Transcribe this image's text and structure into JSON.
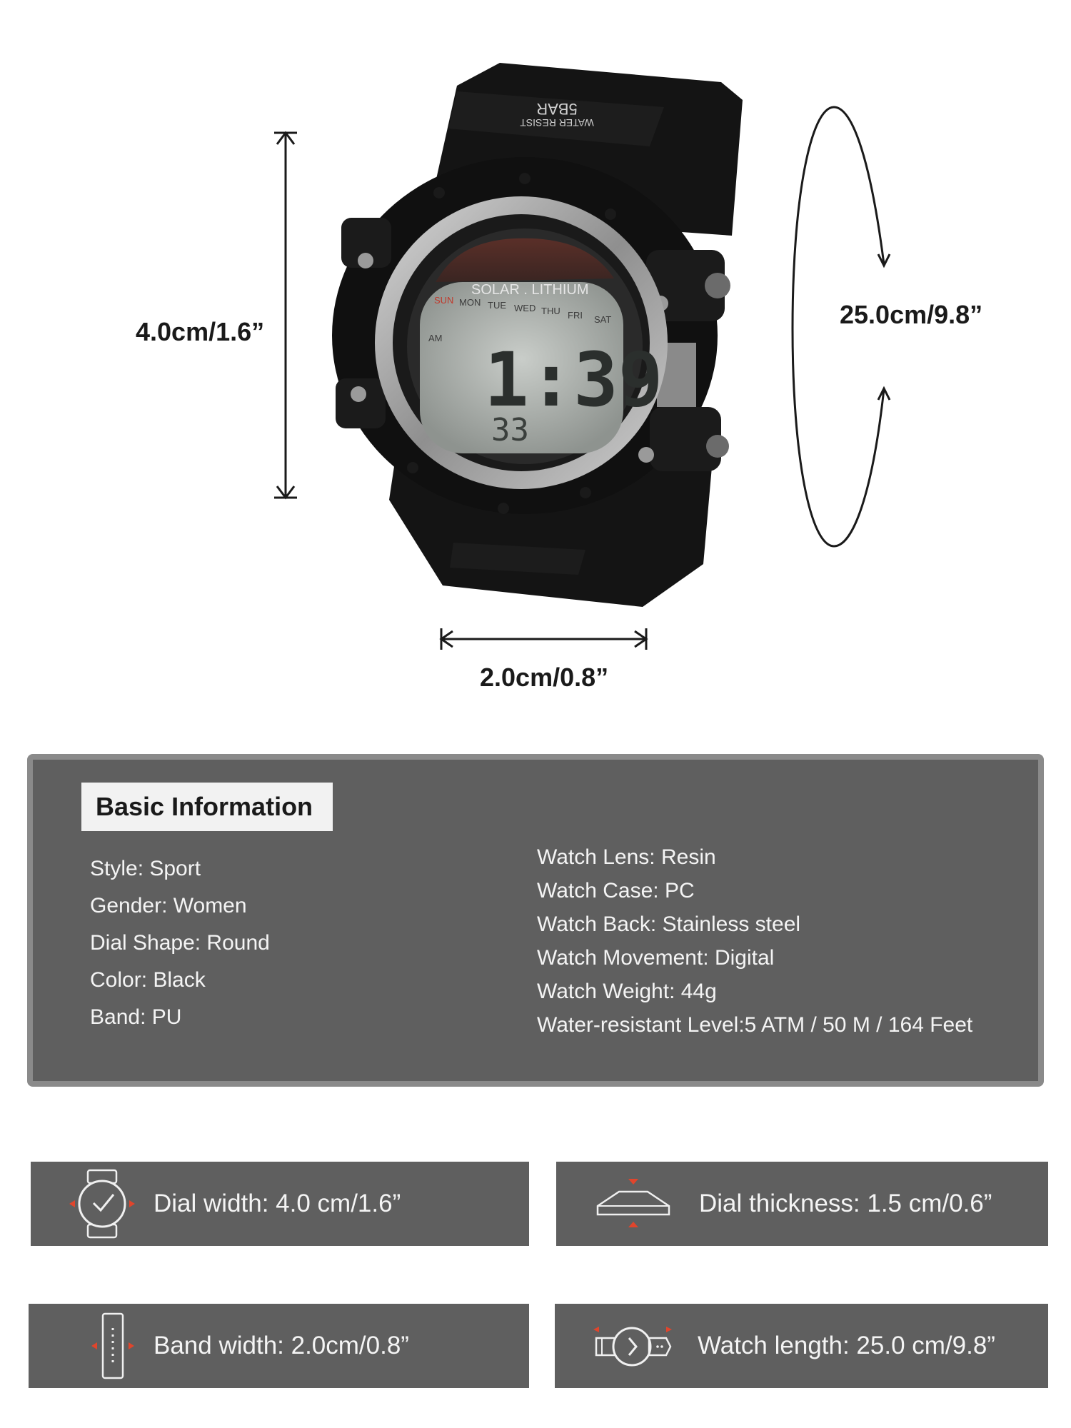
{
  "dimensions": {
    "height_label": "4.0cm/1.6”",
    "circumference_label": "25.0cm/9.8”",
    "width_label": "2.0cm/0.8”"
  },
  "watch": {
    "band_text_top": "5BAR",
    "band_text_top_sub": "WATER RESIST",
    "face_brand": "SOLAR . LITHIUM",
    "days": [
      "SUN",
      "MON",
      "TUE",
      "WED",
      "THU",
      "FRI",
      "SAT"
    ],
    "am_indicator": "AM",
    "time": "1:39",
    "seconds": "33"
  },
  "basic_info": {
    "title": "Basic Information",
    "left": [
      "Style: Sport",
      "Gender: Women",
      "Dial Shape: Round",
      "Color: Black",
      "Band: PU"
    ],
    "right": [
      "Watch Lens: Resin",
      "Watch Case: PC",
      "Watch Back: Stainless steel",
      "Watch Movement: Digital",
      "Watch Weight: 44g",
      "Water-resistant Level:5 ATM / 50 M / 164 Feet"
    ]
  },
  "specs": {
    "dial_width": "Dial width: 4.0 cm/1.6”",
    "dial_thickness": "Dial thickness: 1.5 cm/0.6”",
    "band_width": "Band width: 2.0cm/0.8”",
    "watch_length": "Watch length: 25.0 cm/9.8”"
  },
  "colors": {
    "panel": "#5f5f5f",
    "panel_border": "#8a8a8a",
    "accent_arrow": "#e0452c"
  }
}
